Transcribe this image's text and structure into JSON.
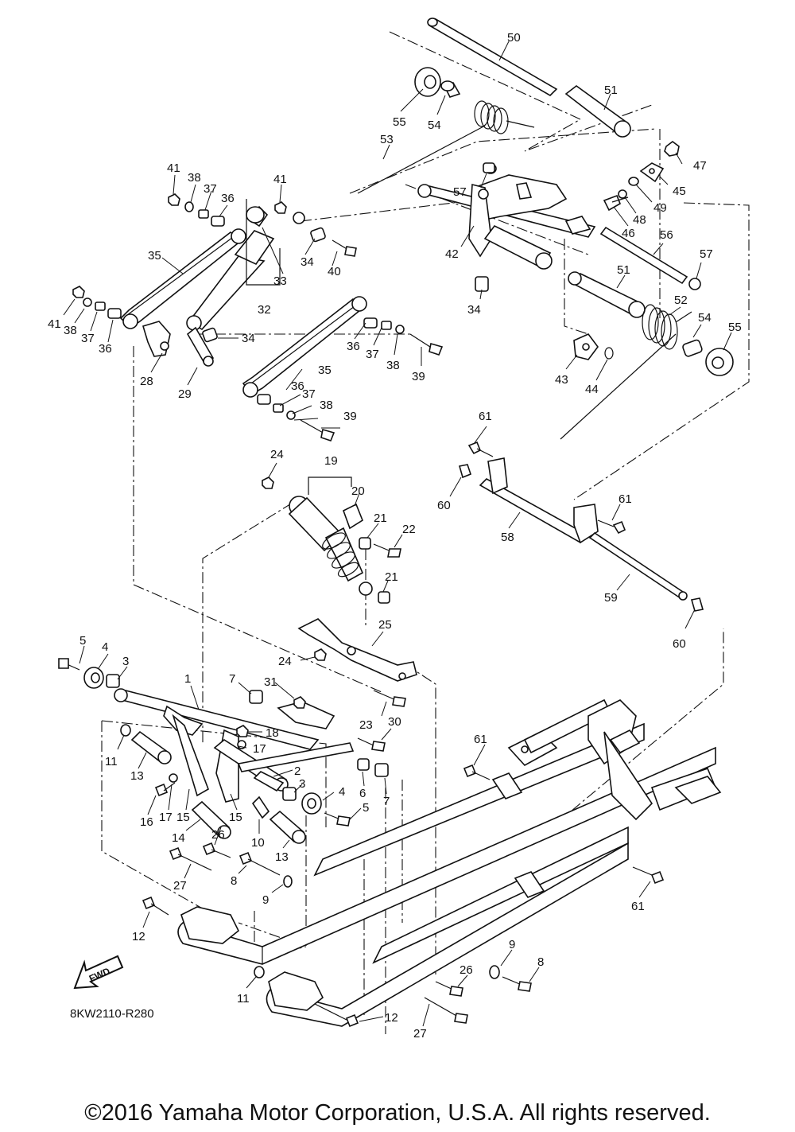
{
  "diagram": {
    "code": "8KW2110-R280",
    "copyright": "©2016 Yamaha Motor Corporation, U.S.A. All rights reserved.",
    "fwd_label": "FWD",
    "callouts": [
      {
        "n": "50"
      },
      {
        "n": "51"
      },
      {
        "n": "55"
      },
      {
        "n": "54"
      },
      {
        "n": "53"
      },
      {
        "n": "47"
      },
      {
        "n": "45"
      },
      {
        "n": "57"
      },
      {
        "n": "49"
      },
      {
        "n": "48"
      },
      {
        "n": "46"
      },
      {
        "n": "42"
      },
      {
        "n": "56"
      },
      {
        "n": "57"
      },
      {
        "n": "34"
      },
      {
        "n": "51"
      },
      {
        "n": "52"
      },
      {
        "n": "54"
      },
      {
        "n": "55"
      },
      {
        "n": "43"
      },
      {
        "n": "44"
      },
      {
        "n": "41"
      },
      {
        "n": "38"
      },
      {
        "n": "37"
      },
      {
        "n": "36"
      },
      {
        "n": "41"
      },
      {
        "n": "35"
      },
      {
        "n": "33"
      },
      {
        "n": "34"
      },
      {
        "n": "40"
      },
      {
        "n": "32"
      },
      {
        "n": "41"
      },
      {
        "n": "38"
      },
      {
        "n": "37"
      },
      {
        "n": "36"
      },
      {
        "n": "34"
      },
      {
        "n": "28"
      },
      {
        "n": "29"
      },
      {
        "n": "36"
      },
      {
        "n": "37"
      },
      {
        "n": "38"
      },
      {
        "n": "39"
      },
      {
        "n": "35"
      },
      {
        "n": "36"
      },
      {
        "n": "37"
      },
      {
        "n": "38"
      },
      {
        "n": "39"
      },
      {
        "n": "61"
      },
      {
        "n": "24"
      },
      {
        "n": "19"
      },
      {
        "n": "20"
      },
      {
        "n": "60"
      },
      {
        "n": "61"
      },
      {
        "n": "21"
      },
      {
        "n": "22"
      },
      {
        "n": "58"
      },
      {
        "n": "21"
      },
      {
        "n": "59"
      },
      {
        "n": "25"
      },
      {
        "n": "60"
      },
      {
        "n": "5"
      },
      {
        "n": "4"
      },
      {
        "n": "3"
      },
      {
        "n": "24"
      },
      {
        "n": "1"
      },
      {
        "n": "7"
      },
      {
        "n": "31"
      },
      {
        "n": "23"
      },
      {
        "n": "30"
      },
      {
        "n": "18"
      },
      {
        "n": "17"
      },
      {
        "n": "61"
      },
      {
        "n": "11"
      },
      {
        "n": "13"
      },
      {
        "n": "2"
      },
      {
        "n": "6"
      },
      {
        "n": "7"
      },
      {
        "n": "3"
      },
      {
        "n": "4"
      },
      {
        "n": "5"
      },
      {
        "n": "16"
      },
      {
        "n": "17"
      },
      {
        "n": "15"
      },
      {
        "n": "15"
      },
      {
        "n": "14"
      },
      {
        "n": "26"
      },
      {
        "n": "10"
      },
      {
        "n": "13"
      },
      {
        "n": "27"
      },
      {
        "n": "8"
      },
      {
        "n": "9"
      },
      {
        "n": "61"
      },
      {
        "n": "12"
      },
      {
        "n": "9"
      },
      {
        "n": "8"
      },
      {
        "n": "26"
      },
      {
        "n": "11"
      },
      {
        "n": "12"
      },
      {
        "n": "27"
      }
    ]
  }
}
